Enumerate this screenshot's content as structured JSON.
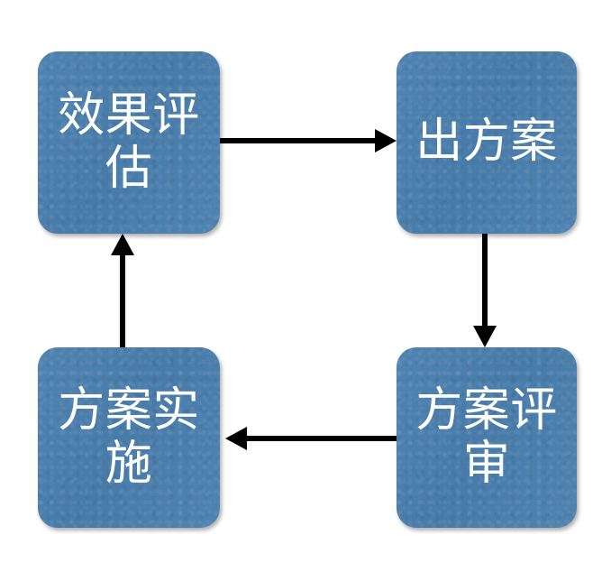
{
  "diagram": {
    "type": "cycle-flowchart",
    "title": "",
    "background_color": "#ffffff",
    "node_fill_color": "#4a7fae",
    "node_text_color": "#ffffff",
    "arrow_color": "#000000",
    "nodes": [
      {
        "id": "effect-evaluation",
        "label": "效果评估",
        "position": "top-left"
      },
      {
        "id": "produce-plan",
        "label": "出方案",
        "position": "top-right"
      },
      {
        "id": "plan-review",
        "label": "方案评审",
        "position": "bottom-right"
      },
      {
        "id": "plan-implementation",
        "label": "方案实施",
        "position": "bottom-left"
      }
    ],
    "edges": [
      {
        "id": "edge-evaluation-to-plan",
        "from": "effect-evaluation",
        "to": "produce-plan",
        "direction": "right"
      },
      {
        "id": "edge-plan-to-review",
        "from": "produce-plan",
        "to": "plan-review",
        "direction": "down"
      },
      {
        "id": "edge-review-to-implementation",
        "from": "plan-review",
        "to": "plan-implementation",
        "direction": "left"
      },
      {
        "id": "edge-implementation-to-evaluation",
        "from": "plan-implementation",
        "to": "effect-evaluation",
        "direction": "up"
      }
    ]
  }
}
